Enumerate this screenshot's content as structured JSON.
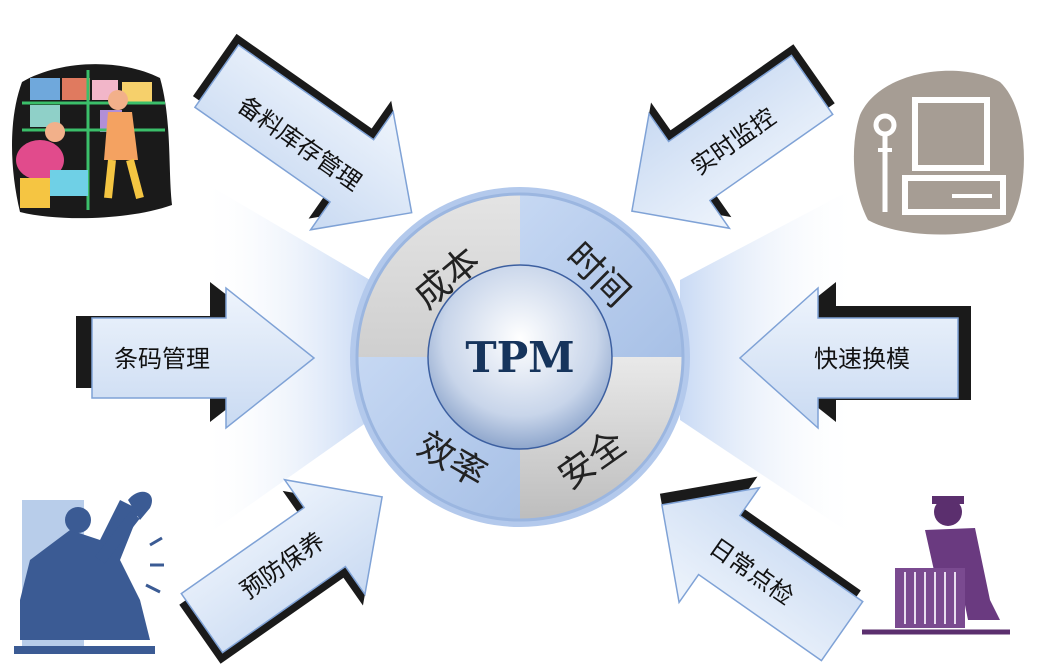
{
  "center": {
    "title": "TPM",
    "quadrants": {
      "top_left": "成本",
      "top_right": "时间",
      "bottom_left": "效率",
      "bottom_right": "安全"
    }
  },
  "arrows": {
    "spare_parts": "备料库存管理",
    "realtime_monitor": "实时监控",
    "barcode": "条码管理",
    "quick_changeover": "快速换模",
    "preventive_maintenance": "预防保养",
    "daily_inspection": "日常点检"
  },
  "icons": {
    "top_left": "warehouse-workers-icon",
    "top_right": "computer-monitor-icon",
    "bottom_left": "mechanic-wrench-icon",
    "bottom_right": "worker-radiator-icon"
  },
  "colors": {
    "arrow_fill": "#dce8f8",
    "arrow_shadow": "#1a1a1a",
    "ring_gray": "#d9d9d9",
    "center_blue": "#16345c",
    "beam_blue": "#a9c4ee"
  }
}
